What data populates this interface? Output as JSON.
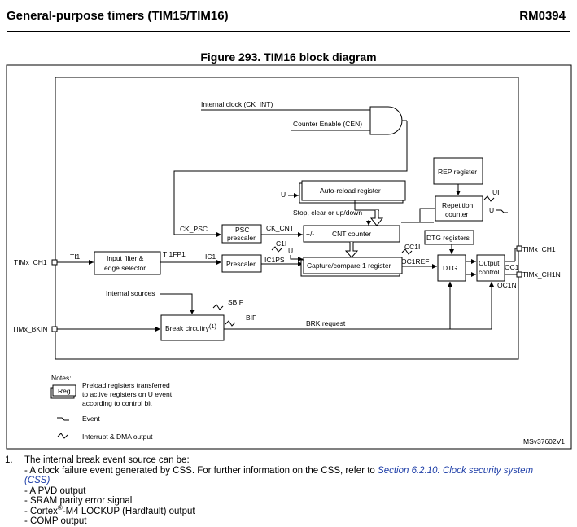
{
  "header": {
    "section_title": "General-purpose timers (TIM15/TIM16)",
    "doc_ref": "RM0394"
  },
  "figure": {
    "title": "Figure 293. TIM16 block diagram",
    "id": "MSv37602V1"
  },
  "diagram": {
    "internal_clock": "Internal clock (CK_INT)",
    "counter_enable": "Counter Enable (CEN)",
    "rep_register": "REP register",
    "auto_reload": "Auto-reload register",
    "repetition_counter_l1": "Repetition",
    "repetition_counter_l2": "counter",
    "ui": "UI",
    "u": "U",
    "stop_clear": "Stop, clear or up/down",
    "ck_psc": "CK_PSC",
    "psc_l1": "PSC",
    "psc_l2": "prescaler",
    "ck_cnt": "CK_CNT",
    "plus_minus": "+/-",
    "cnt_counter": "CNT counter",
    "dtg_registers": "DTG registers",
    "cc1i": "CC1I",
    "timx_ch1_in": "TIMx_CH1",
    "ti1": "TI1",
    "input_filter_l1": "Input filter &",
    "input_filter_l2": "edge selector",
    "ti1fp1": "TI1FP1",
    "ic1": "IC1",
    "prescaler": "Prescaler",
    "c1i": "C1I",
    "ic1ps": "IC1PS",
    "capture_compare": "Capture/compare 1 register",
    "oc1ref": "OC1REF",
    "dtg": "DTG",
    "output_control_l1": "Output",
    "output_control_l2": "control",
    "oc1": "OC1",
    "oc1n": "OC1N",
    "timx_ch1_out": "TIMx_CH1",
    "timx_ch1n_out": "TIMx_CH1N",
    "internal_sources": "Internal sources",
    "sbif": "SBIF",
    "bif": "BIF",
    "timx_bkin": "TIMx_BKIN",
    "break_circuitry": "Break circuitry",
    "break_sup": "(1)",
    "brk_request": "BRK request"
  },
  "notes": {
    "title": "Notes:",
    "reg_label": "Reg",
    "reg_desc_1": "Preload registers transferred",
    "reg_desc_2": "to active registers on U event",
    "reg_desc_3": "according to control bit",
    "event": "Event",
    "interrupt_dma": "Interrupt & DMA output"
  },
  "footnote": {
    "number": "1.",
    "intro": "The internal break event source can be:",
    "item1_text": "- A clock failure event generated by CSS. For further information on the CSS, refer to ",
    "item1_link": "Section 6.2.10: Clock security system",
    "item1_link_cont": "(CSS)",
    "item2": "- A PVD output",
    "item3": "- SRAM parity error signal",
    "item4_a": "- Cortex",
    "item4_sup": "®",
    "item4_b": "-M4 LOCKUP (Hardfault) output",
    "item5": "- COMP output"
  }
}
